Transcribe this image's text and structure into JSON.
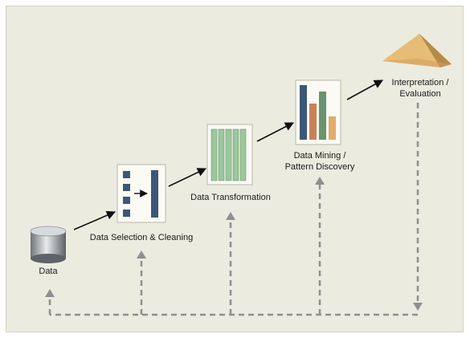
{
  "diagram": {
    "stages": [
      {
        "id": "data",
        "label": "Data",
        "icon": "database-cylinder-icon"
      },
      {
        "id": "selection",
        "label": "Data Selection & Cleaning",
        "icon": "selection-panel-icon"
      },
      {
        "id": "transformation",
        "label": "Data Transformation",
        "icon": "transformation-columns-icon"
      },
      {
        "id": "mining",
        "label_lines": [
          "Data Mining /",
          "Pattern Discovery"
        ],
        "icon": "bar-chart-icon"
      },
      {
        "id": "interpretation",
        "label_lines": [
          "Interpretation /",
          "Evaluation"
        ],
        "icon": "pyramid-icon"
      }
    ],
    "flow": [
      {
        "from": "data",
        "to": "selection"
      },
      {
        "from": "selection",
        "to": "transformation"
      },
      {
        "from": "transformation",
        "to": "mining"
      },
      {
        "from": "mining",
        "to": "interpretation"
      }
    ],
    "feedback": {
      "from": "interpretation",
      "to": [
        "data",
        "selection",
        "transformation",
        "mining"
      ],
      "style": "dashed"
    },
    "colors": {
      "background": "#ecebe0",
      "arrow": "#111111",
      "dashed": "#8f8f8f",
      "bar_blue": "#3d5777",
      "bar_orange": "#c98257",
      "bar_green": "#6a9470",
      "bar_tan": "#e0ad6c",
      "column_green": "#9cc79c",
      "pyramid": "#dcae64"
    }
  }
}
